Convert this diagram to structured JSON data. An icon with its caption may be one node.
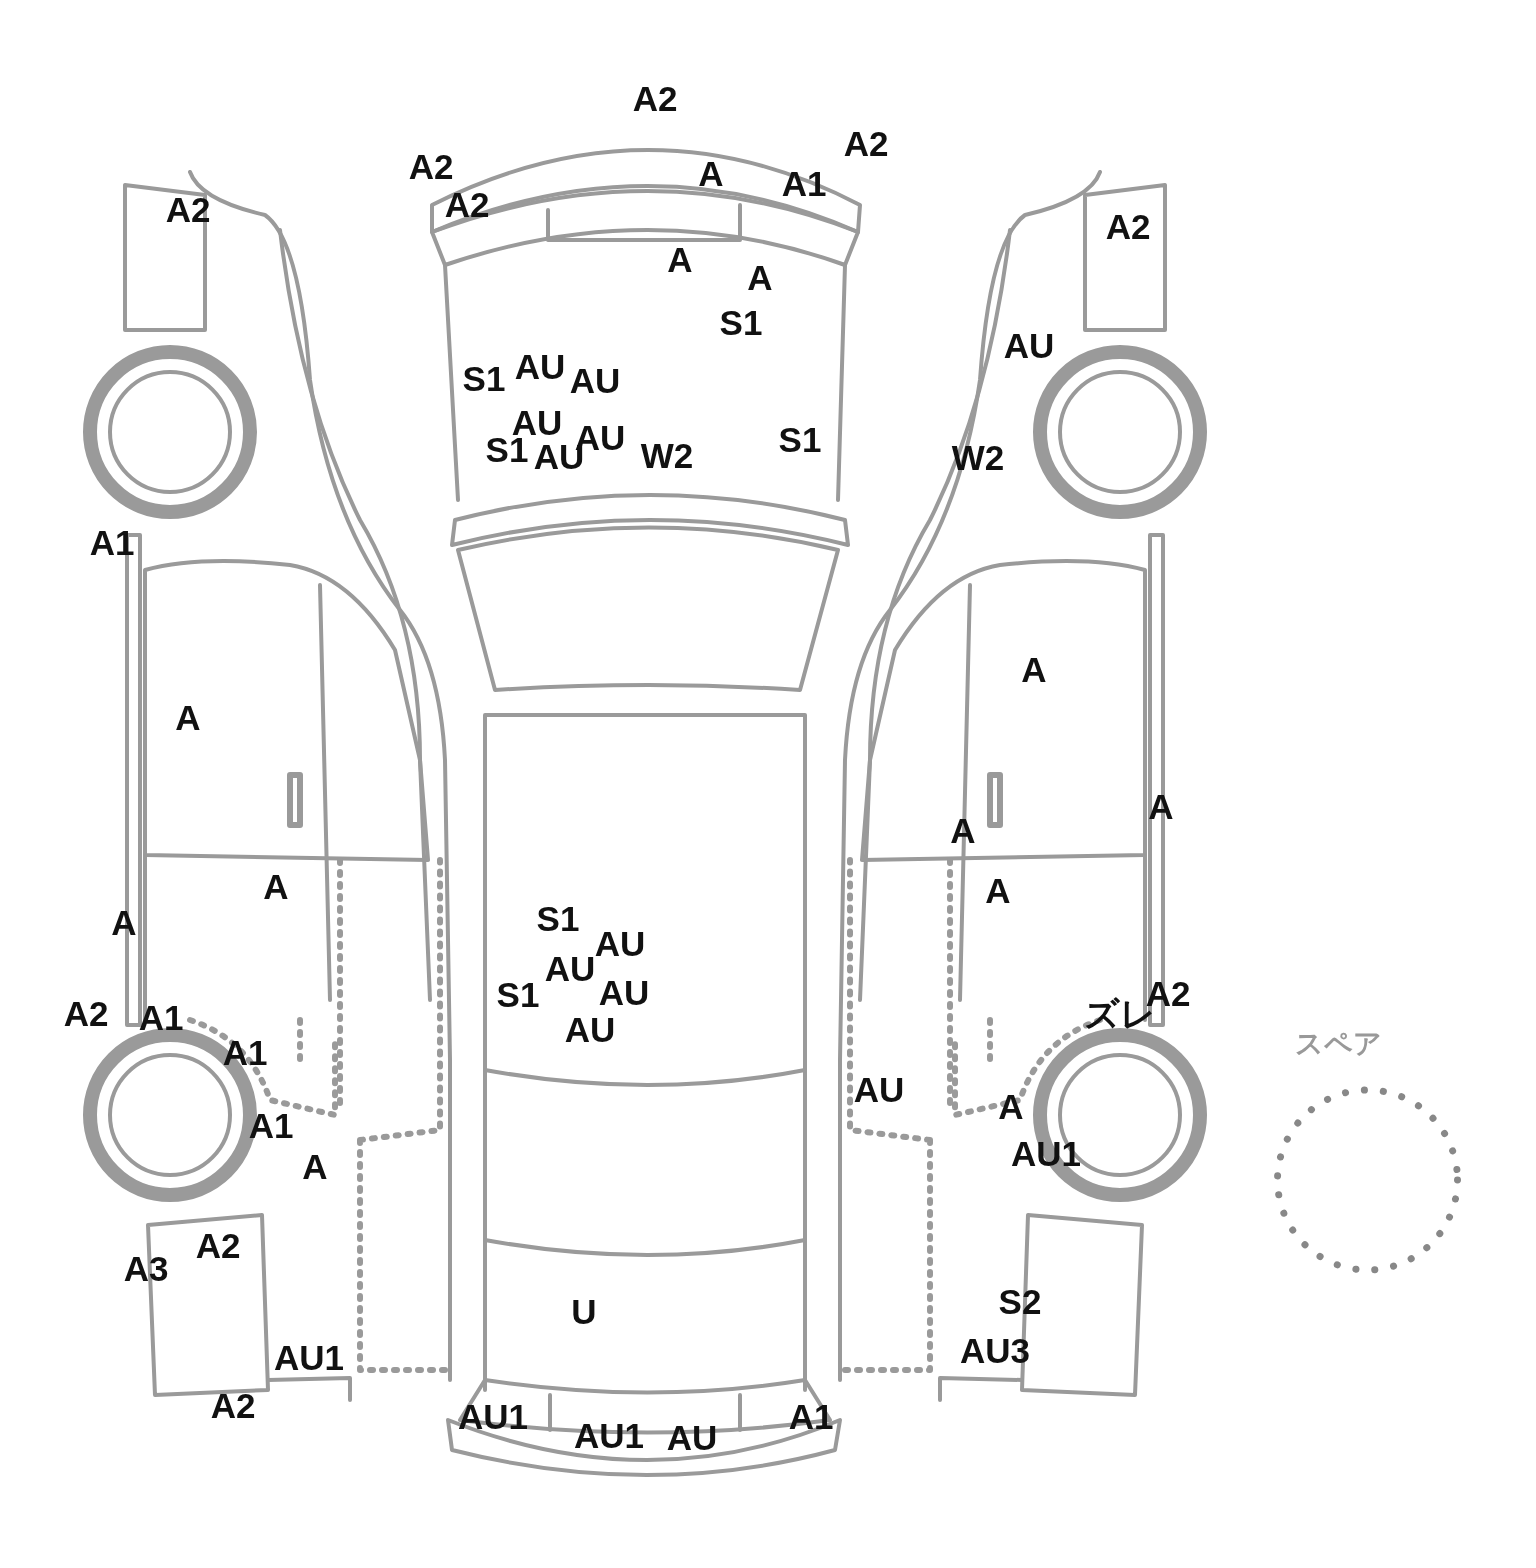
{
  "diagram": {
    "nodes": [
      {
        "text": [
          "スペア"
        ]
      }
    ],
    "edges": [],
    "labels": [
      "A2",
      "A2",
      "A2",
      "A",
      "A1",
      "A2",
      "A2",
      "A2",
      "A",
      "A",
      "S1",
      "AU",
      "AU",
      "S1",
      "AU",
      "AU",
      "AU",
      "S1",
      "S1",
      "AU",
      "W2",
      "W2",
      "A1",
      "A",
      "A",
      "A",
      "A",
      "A",
      "A",
      "A",
      "S1",
      "AU",
      "A2",
      "A1",
      "S1",
      "AU",
      "AU",
      "ズレ",
      "A2",
      "AU",
      "A1",
      "AU",
      "A",
      "A1",
      "AU1",
      "A",
      "A2",
      "A3",
      "S2",
      "U",
      "AU1",
      "AU3",
      "A2",
      "AU1",
      "A1",
      "AU1",
      "AU"
    ]
  }
}
